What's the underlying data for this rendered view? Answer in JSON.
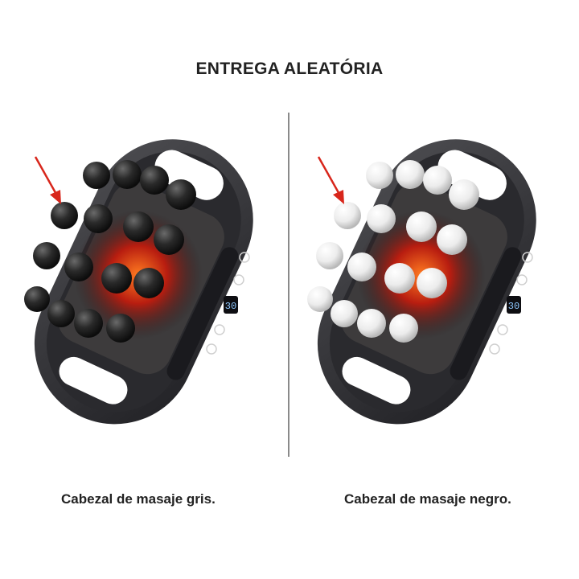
{
  "header": {
    "title": "ENTREGA ALEATÓRIA"
  },
  "products": [
    {
      "caption": "Cabezal de masaje gris.",
      "ball_color": "#2a2a2a",
      "display": "30"
    },
    {
      "caption": "Cabezal de masaje negro.",
      "ball_color": "#efefef",
      "display": "30"
    }
  ],
  "colors": {
    "body": "#3a3a3e",
    "accent": "#d8261b",
    "heat": "#ff6a1a"
  }
}
